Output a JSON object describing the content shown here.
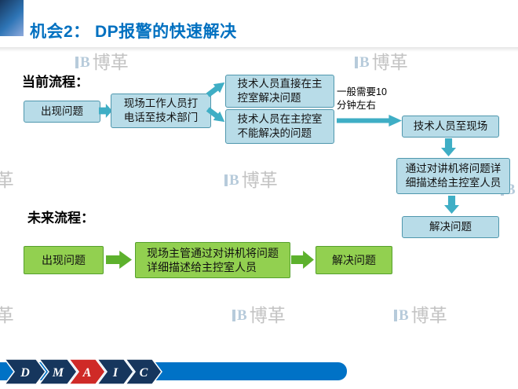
{
  "title": "机会2： DP报警的快速解决",
  "watermark": {
    "logo": "B",
    "text": "博革"
  },
  "current_flow": {
    "label": "当前流程：",
    "box_start": "出现问题",
    "box_call": "现场工作人员打\n电话至技术部门",
    "box_direct": "技术人员直接在主\n控室解决问题",
    "box_unsolved": "技术人员在主控室\n不能解决的问题",
    "note": "一般需要10\n分钟左右",
    "box_onsite": "技术人员至现场",
    "box_intercom": "通过对讲机将问题详\n细描述给主控室人员",
    "box_solve": "解决问题"
  },
  "future_flow": {
    "label": "未来流程：",
    "box_start": "出现问题",
    "box_intercom": "现场主管通过对讲机将问题\n详细描述给主控室人员",
    "box_solve": "解决问题"
  },
  "dmaic": {
    "letters": [
      "D",
      "M",
      "A",
      "I",
      "C"
    ]
  },
  "colors": {
    "title_blue": "#0070c0",
    "current_box_fill": "#b8dce8",
    "current_box_border": "#4f97ad",
    "current_arrow": "#3faec5",
    "future_box_fill": "#92d050",
    "future_box_border": "#55a02c",
    "future_arrow": "#5db12d",
    "bottom_bar": "#0072c6",
    "chevron_navy": "#16365d",
    "chevron_active_red": "#cf2a27",
    "watermark_gray": "#c3c3c3"
  }
}
